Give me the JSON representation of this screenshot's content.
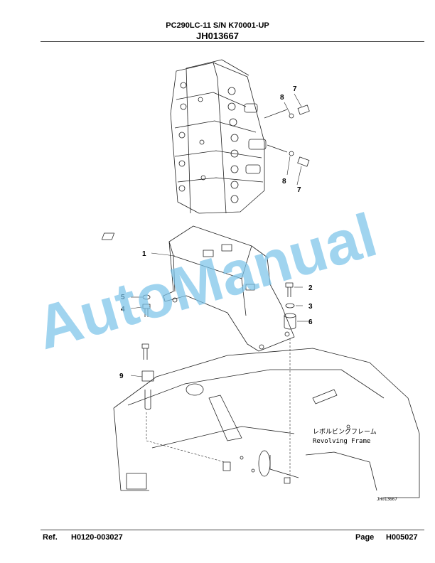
{
  "header": {
    "model": "PC290LC-11 S/N K70001-UP",
    "doc_id": "JH013667"
  },
  "callouts": [
    "1",
    "2",
    "3",
    "4",
    "5",
    "6",
    "7",
    "7",
    "8",
    "8",
    "9"
  ],
  "drawing": {
    "frame_label_jp": "レボルビングフレーム",
    "frame_label_en": "Revolving Frame",
    "drawing_no": "JH013667"
  },
  "watermark": "AutoManual",
  "footer": {
    "ref_label": "Ref.",
    "ref_value": "H0120-003027",
    "page_label": "Page",
    "page_value": "H005027"
  },
  "colors": {
    "watermark": "#7cc4ea",
    "line": "#222222"
  }
}
